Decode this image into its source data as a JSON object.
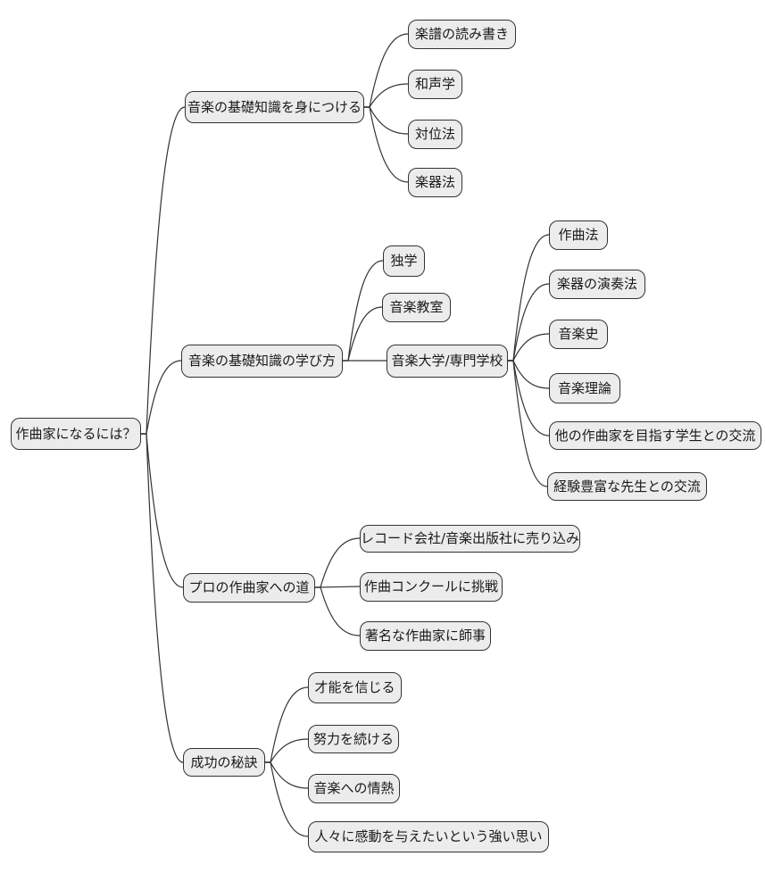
{
  "diagram": {
    "type": "mindmap",
    "title": "作曲家になるには？"
  },
  "colors": {
    "background": "#ffffff",
    "node_fill": "#ececec",
    "node_border": "#333333",
    "edge": "#333333",
    "text": "#1a1a1a"
  },
  "nodes": {
    "root": {
      "label": "作曲家になるには？"
    },
    "b1": {
      "label": "音楽の基礎知識を身につける"
    },
    "b1c1": {
      "label": "楽譜の読み書き"
    },
    "b1c2": {
      "label": "和声学"
    },
    "b1c3": {
      "label": "対位法"
    },
    "b1c4": {
      "label": "楽器法"
    },
    "b2": {
      "label": "音楽の基礎知識の学び方"
    },
    "b2c1": {
      "label": "独学"
    },
    "b2c2": {
      "label": "音楽教室"
    },
    "b2c3": {
      "label": "音楽大学/専門学校"
    },
    "g1": {
      "label": "作曲法"
    },
    "g2": {
      "label": "楽器の演奏法"
    },
    "g3": {
      "label": "音楽史"
    },
    "g4": {
      "label": "音楽理論"
    },
    "g5": {
      "label": "他の作曲家を目指す学生との交流"
    },
    "g6": {
      "label": "経験豊富な先生との交流"
    },
    "b3": {
      "label": "プロの作曲家への道"
    },
    "b3c1": {
      "label": "レコード会社/音楽出版社に売り込み"
    },
    "b3c2": {
      "label": "作曲コンクールに挑戦"
    },
    "b3c3": {
      "label": "著名な作曲家に師事"
    },
    "b4": {
      "label": "成功の秘訣"
    },
    "b4c1": {
      "label": "才能を信じる"
    },
    "b4c2": {
      "label": "努力を続ける"
    },
    "b4c3": {
      "label": "音楽への情熱"
    },
    "b4c4": {
      "label": "人々に感動を与えたいという強い思い"
    }
  },
  "structure": {
    "root": [
      "b1",
      "b2",
      "b3",
      "b4"
    ],
    "b1": [
      "b1c1",
      "b1c2",
      "b1c3",
      "b1c4"
    ],
    "b2": [
      "b2c1",
      "b2c2",
      "b2c3"
    ],
    "b2c3": [
      "g1",
      "g2",
      "g3",
      "g4",
      "g5",
      "g6"
    ],
    "b3": [
      "b3c1",
      "b3c2",
      "b3c3"
    ],
    "b4": [
      "b4c1",
      "b4c2",
      "b4c3",
      "b4c4"
    ]
  }
}
